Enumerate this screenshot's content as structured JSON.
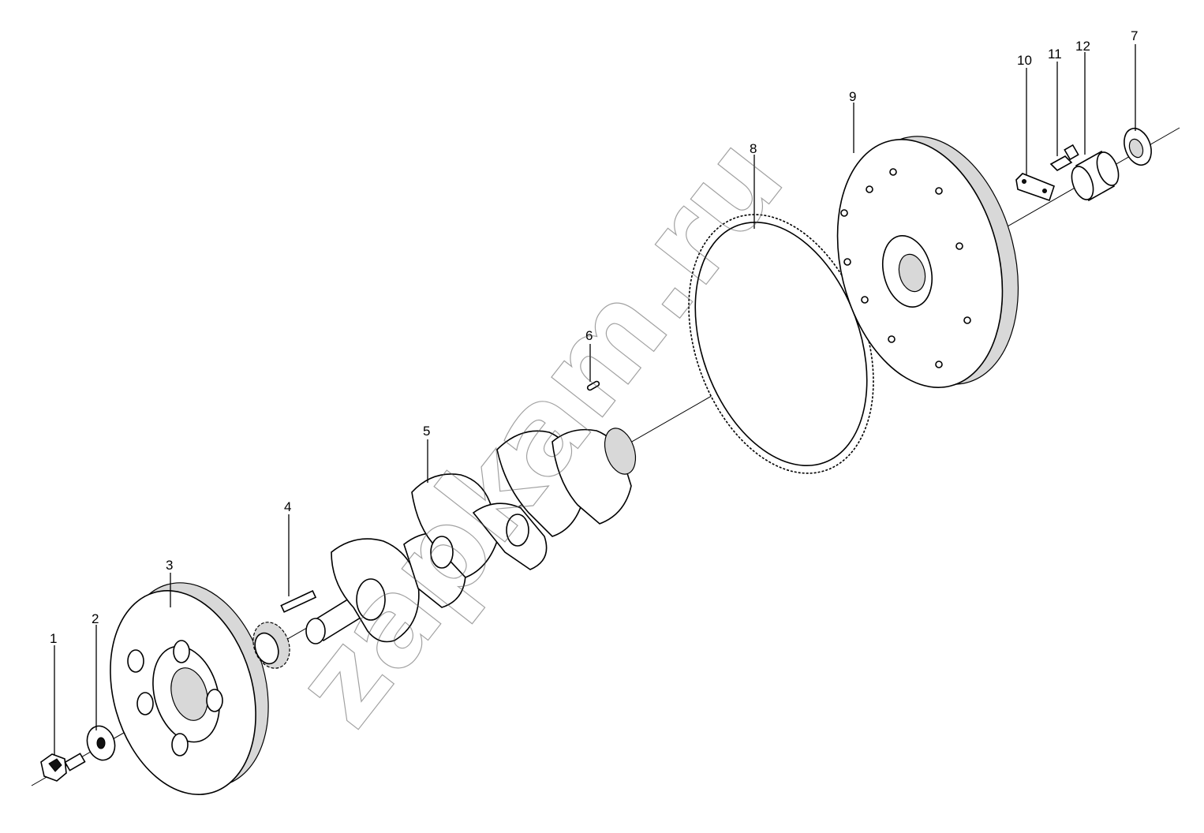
{
  "diagram": {
    "watermark": "zapkam.ru",
    "callouts": [
      {
        "id": "1",
        "label": "1"
      },
      {
        "id": "2",
        "label": "2"
      },
      {
        "id": "3",
        "label": "3"
      },
      {
        "id": "4",
        "label": "4"
      },
      {
        "id": "5",
        "label": "5"
      },
      {
        "id": "6",
        "label": "6"
      },
      {
        "id": "7",
        "label": "7"
      },
      {
        "id": "8",
        "label": "8"
      },
      {
        "id": "9",
        "label": "9"
      },
      {
        "id": "10",
        "label": "10"
      },
      {
        "id": "11",
        "label": "11"
      },
      {
        "id": "12",
        "label": "12"
      }
    ]
  }
}
